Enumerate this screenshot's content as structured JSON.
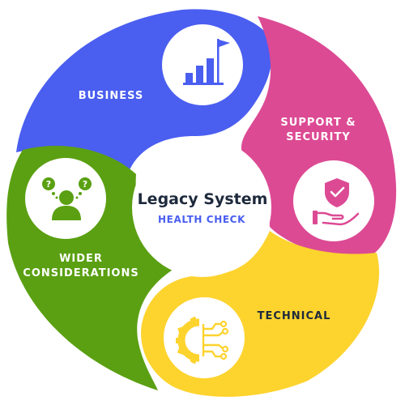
{
  "center": {
    "title": "Legacy System",
    "subtitle": "HEALTH CHECK"
  },
  "segments": {
    "business": {
      "label": "BUSINESS",
      "color": "#4a5ef0",
      "icon": "bar-chart-flag-icon"
    },
    "support": {
      "label_line1": "SUPPORT &",
      "label_line2": "SECURITY",
      "color": "#dc4a94",
      "icon": "shield-hand-icon"
    },
    "technical": {
      "label": "TECHNICAL",
      "color": "#fdd32e",
      "icon": "gear-circuit-icon"
    },
    "wider": {
      "label_line1": "WIDER",
      "label_line2": "CONSIDERATIONS",
      "color": "#5aa012",
      "icon": "person-question-icon"
    }
  },
  "colors": {
    "subtitle": "#4a5ef0",
    "title": "#1e2a3c",
    "segment_text_light": "#ffffff",
    "segment_text_dark": "#1e2a3c"
  }
}
